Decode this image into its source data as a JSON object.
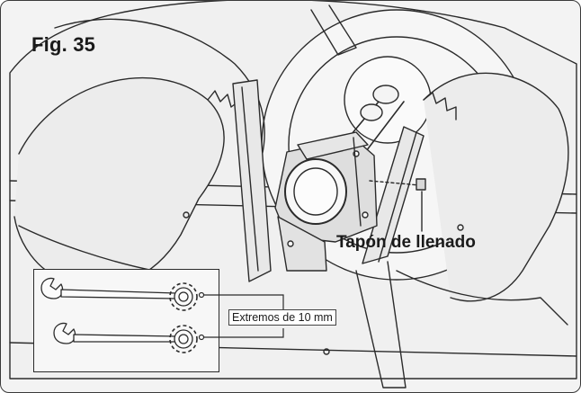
{
  "figure": {
    "label": "Fig. 35"
  },
  "callout": {
    "label": "Tapón de llenado"
  },
  "inset": {
    "label": "Extremos de 10 mm"
  }
}
